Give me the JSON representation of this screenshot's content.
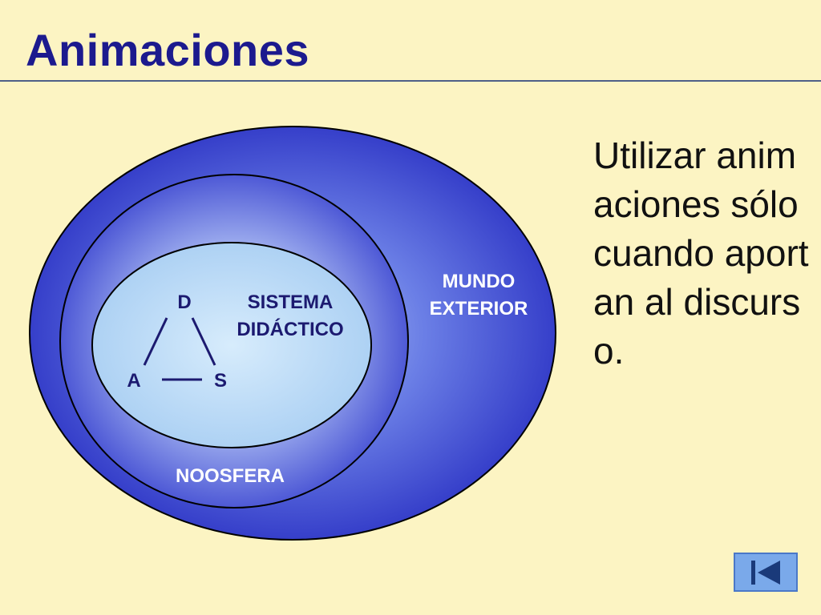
{
  "slide": {
    "title": "Animaciones",
    "text": "Utilizar animaciones sólo cuando aportan al discurso."
  },
  "diagram": {
    "outer_label_line1": "MUNDO",
    "outer_label_line2": "EXTERIOR",
    "middle_label": "NOOSFERA",
    "inner_label_line1": "SISTEMA",
    "inner_label_line2": "DIDÁCTICO",
    "vertex_d": "D",
    "vertex_a": "A",
    "vertex_s": "S"
  },
  "nav": {
    "icon": "skip-to-first-icon"
  },
  "colors": {
    "background": "#fcf4c3",
    "title": "#1c1a8e",
    "outer_ellipse": "#2f36c8",
    "inner_ellipse": "#aed4f6",
    "label_text": "#ffffff",
    "dark_label": "#1c1a70"
  }
}
